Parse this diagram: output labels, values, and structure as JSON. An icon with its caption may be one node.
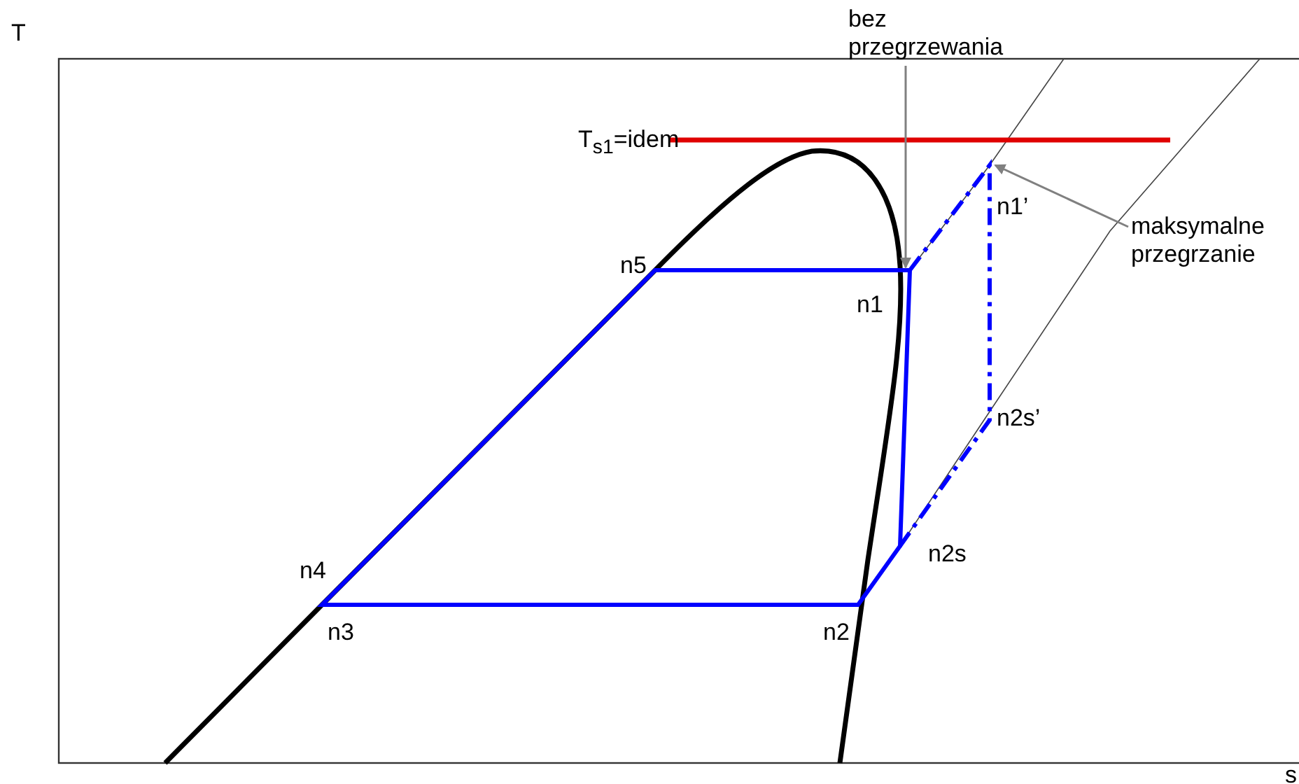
{
  "diagram": {
    "nodes": [
      {
        "text": [
          "bez przegrzewania"
        ]
      },
      {
        "text": [
          "maksymalne przegrzanie"
        ]
      }
    ],
    "edges": [
      {
        "from": 0,
        "to": null,
        "arrow": "to"
      },
      {
        "from": 1,
        "to": null,
        "arrow": "to"
      }
    ],
    "labels": [
      "T",
      "T$_{s1}$=idem",
      "n1’",
      "n5",
      "n1",
      "n2s’",
      "n4",
      "n2s",
      "n3",
      "n2",
      "s"
    ]
  }
}
